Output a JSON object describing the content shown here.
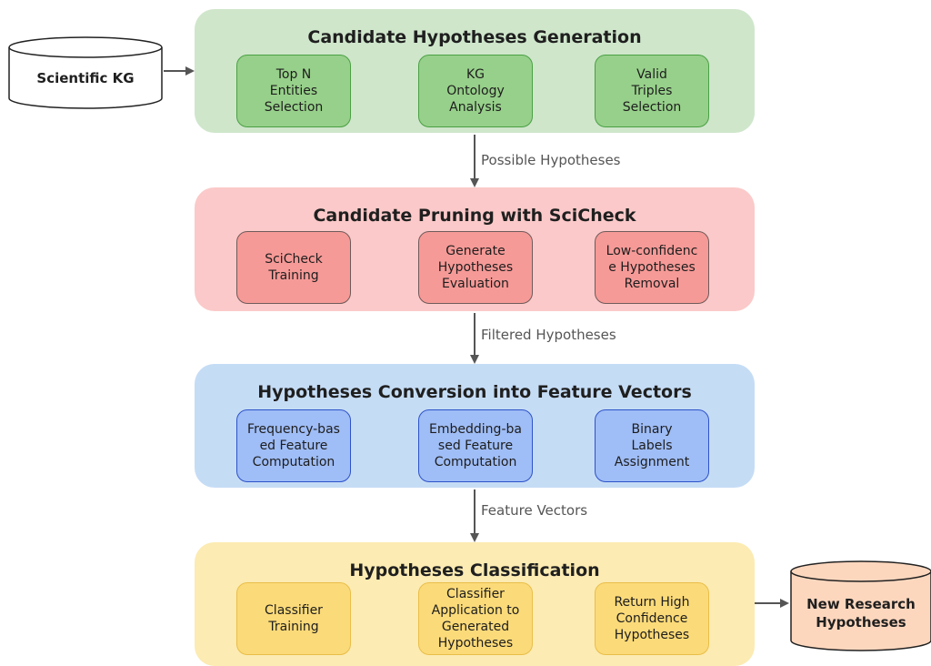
{
  "input_store": {
    "label": "Scientific KG"
  },
  "output_store": {
    "label": "New Research\nHypotheses"
  },
  "stages": [
    {
      "title": "Candidate Hypotheses Generation",
      "steps": [
        "Top N\nEntities\nSelection",
        "KG\nOntology\nAnalysis",
        "Valid\nTriples\nSelection"
      ]
    },
    {
      "title": "Candidate Pruning with SciCheck",
      "steps": [
        "SciCheck\nTraining",
        "Generate\nHypotheses\nEvaluation",
        "Low-confidenc\ne Hypotheses\nRemoval"
      ]
    },
    {
      "title": "Hypotheses Conversion into Feature Vectors",
      "steps": [
        "Frequency-bas\ned Feature\nComputation",
        "Embedding-ba\nsed Feature\nComputation",
        "Binary\nLabels\nAssignment"
      ]
    },
    {
      "title": "Hypotheses Classification",
      "steps": [
        "Classifier\nTraining",
        "Classifier\nApplication to\nGenerated\nHypotheses",
        "Return High\nConfidence\nHypotheses"
      ]
    }
  ],
  "connectors": [
    "Possible Hypotheses",
    "Filtered Hypotheses",
    "Feature Vectors"
  ],
  "colors": {
    "generation": "#cfe6cb",
    "pruning": "#fbc9c9",
    "conversion": "#c5dcf5",
    "classification": "#fcebb2",
    "output_store": "#fcd7be"
  }
}
